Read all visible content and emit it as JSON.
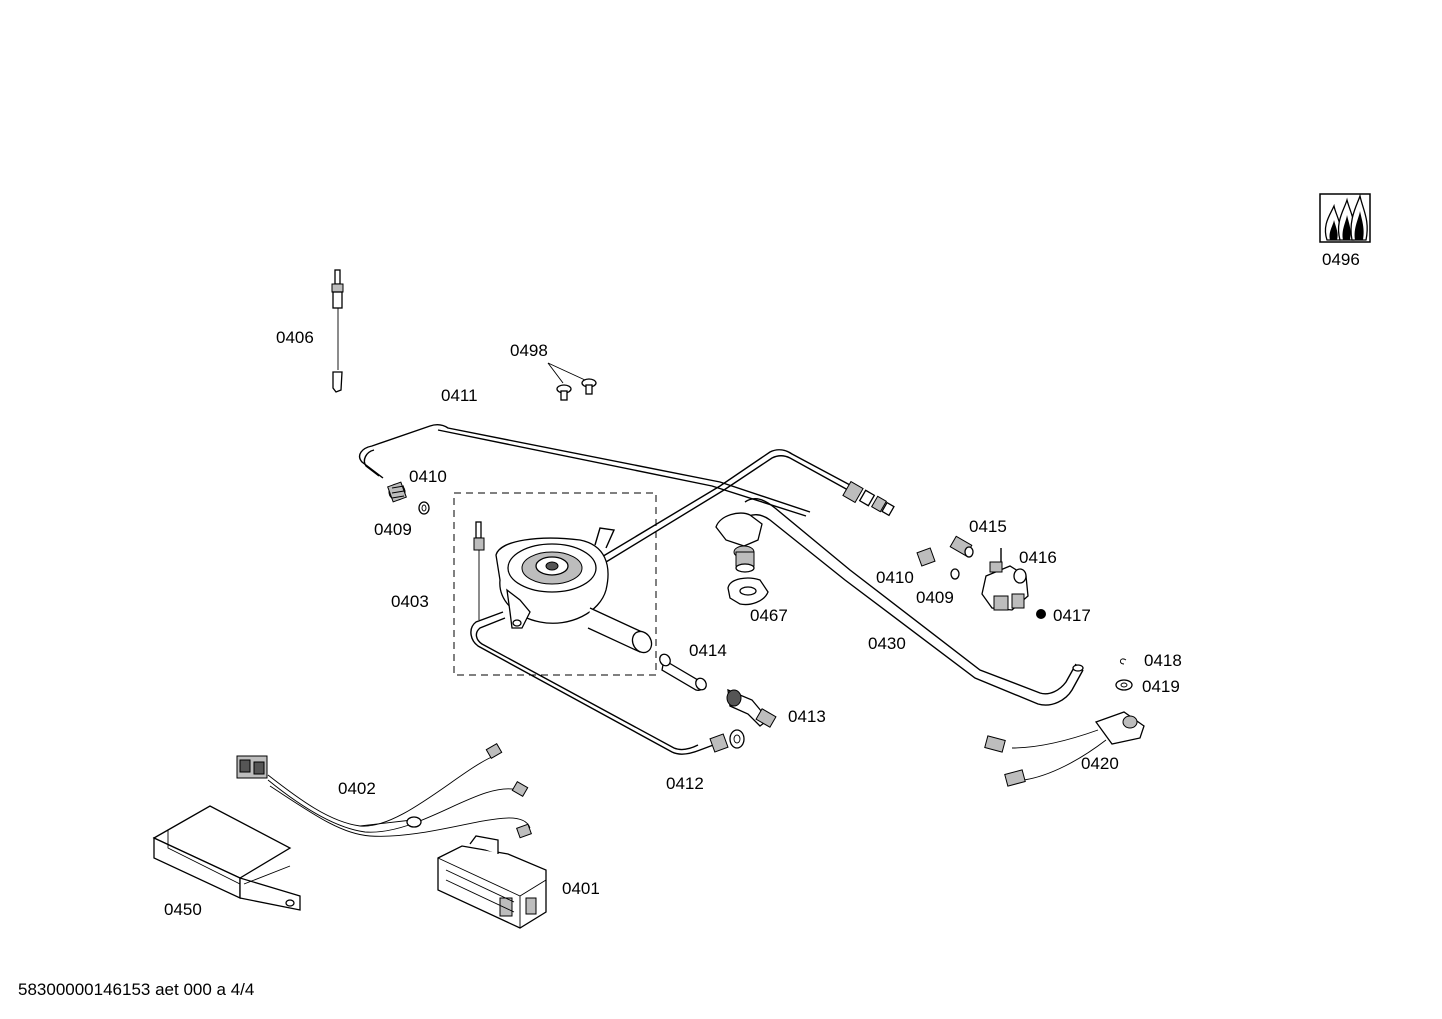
{
  "labels": {
    "p0496": "0496",
    "p0406": "0406",
    "p0498": "0498",
    "p0411": "0411",
    "p0410a": "0410",
    "p0409a": "0409",
    "p0403": "0403",
    "p0415": "0415",
    "p0416": "0416",
    "p0410b": "0410",
    "p0409b": "0409",
    "p0417": "0417",
    "p0467": "0467",
    "p0430": "0430",
    "p0414": "0414",
    "p0418": "0418",
    "p0419": "0419",
    "p0413": "0413",
    "p0402": "0402",
    "p0420": "0420",
    "p0412": "0412",
    "p0401": "0401",
    "p0450": "0450"
  },
  "footer": "58300000146153 aet 000 a 4/4",
  "icons": {
    "gas_symbol": "gas-flame-icon"
  }
}
